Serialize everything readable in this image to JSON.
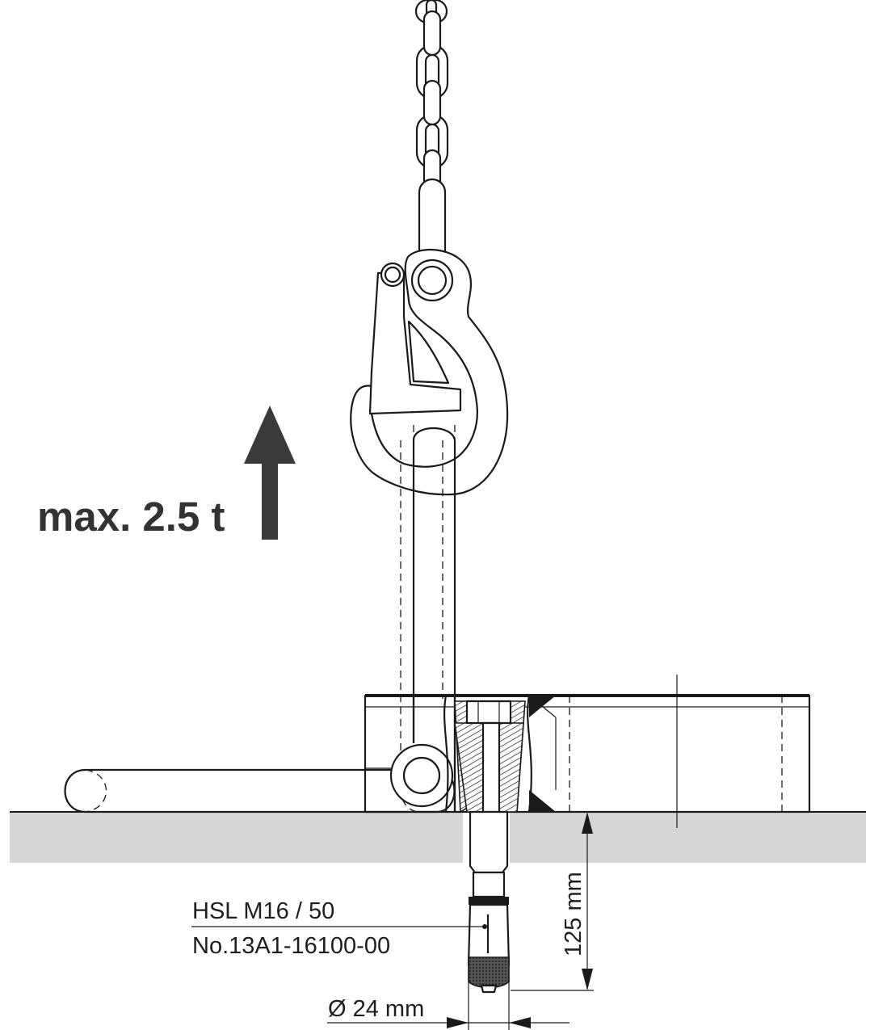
{
  "load_label": "max. 2.5 t",
  "anchor": {
    "name_line": "HSL M16 / 50",
    "number_line": "No.13A1-16100-00"
  },
  "dimensions": {
    "depth": "125 mm",
    "diameter": "Ø 24 mm"
  },
  "colors": {
    "ground": "#d6d6d6",
    "arrow": "#3a3a3a",
    "line": "#1a1a1a"
  },
  "icons": {
    "lift_arrow": "up-arrow-icon",
    "hook": "crane-hook-icon",
    "chain": "chain-icon"
  }
}
